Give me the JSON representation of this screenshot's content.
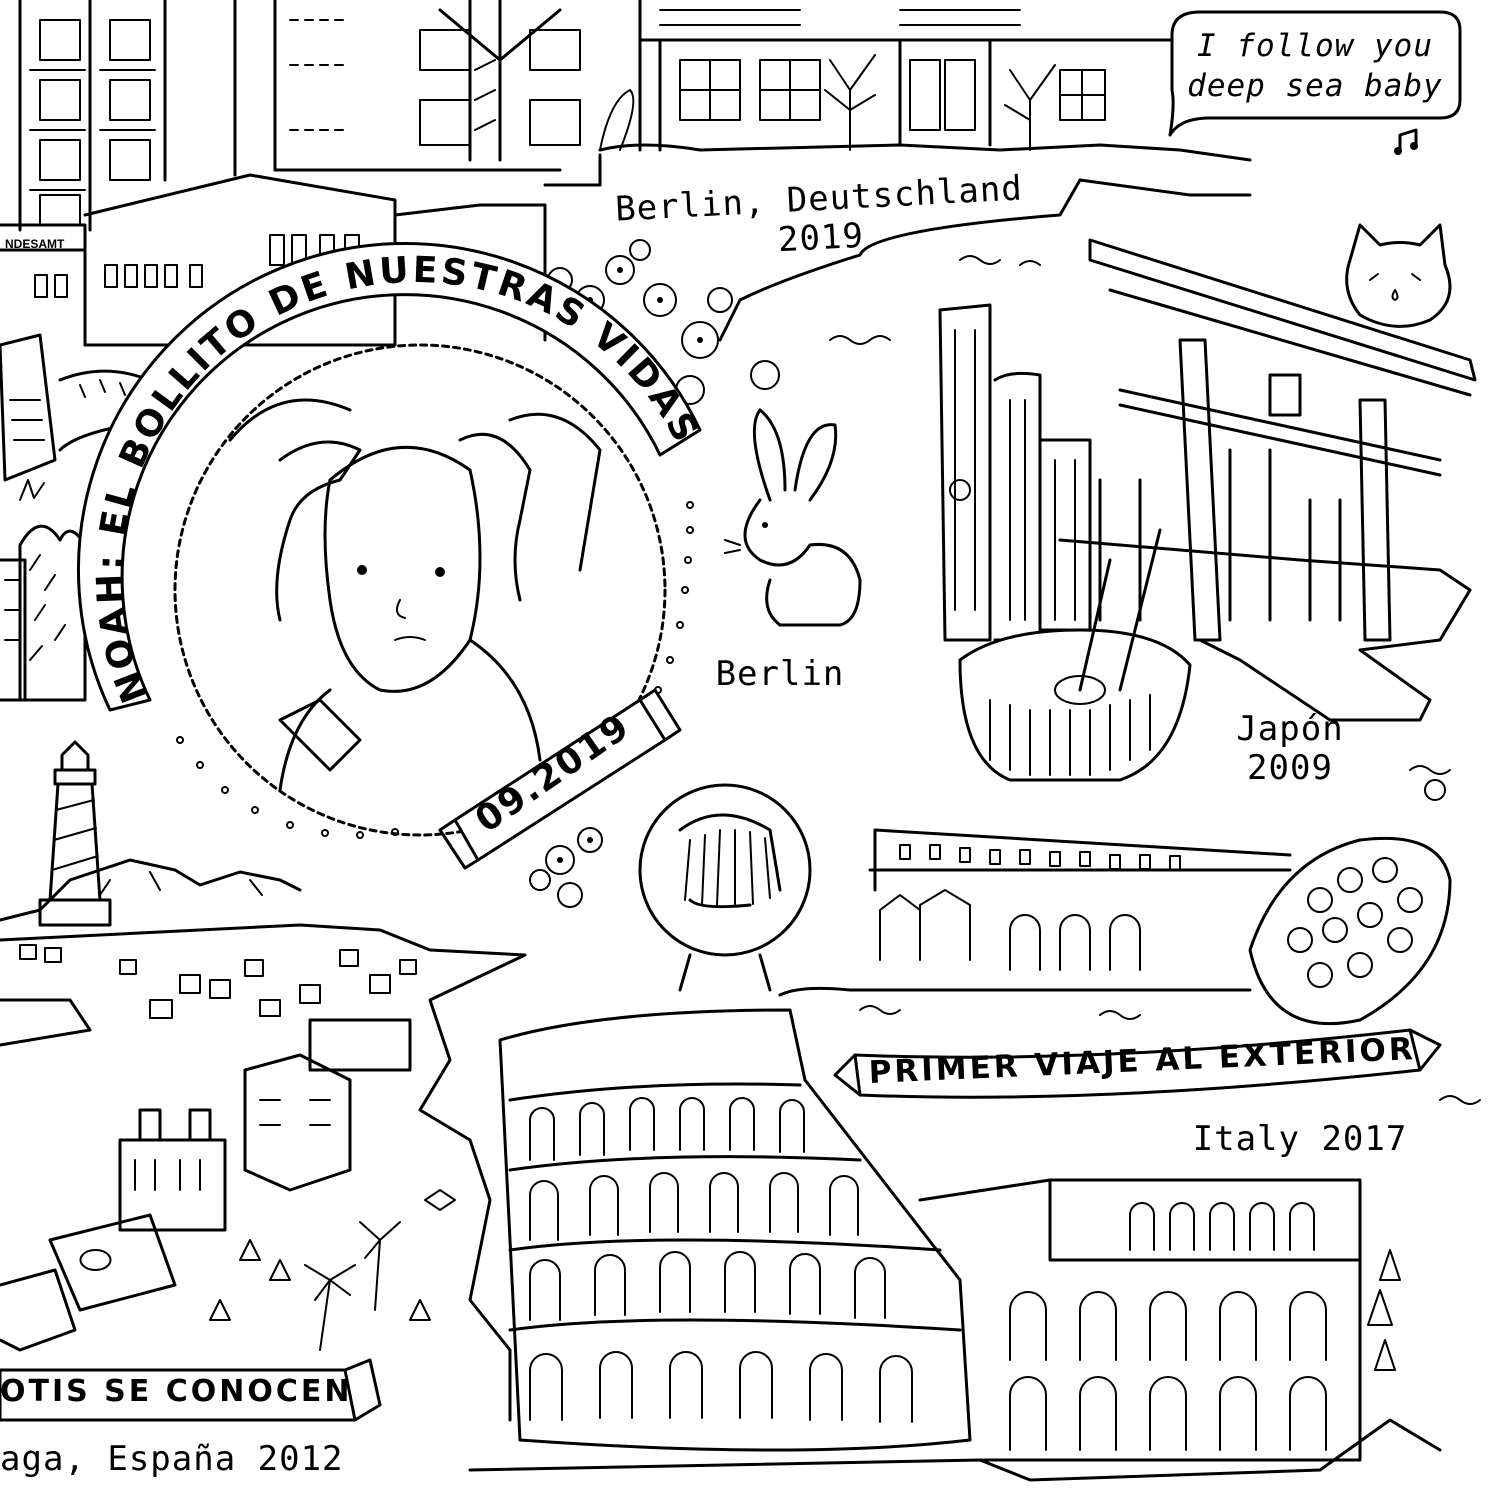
{
  "speech_bubble": {
    "line1": "I follow you",
    "line2": "deep sea baby"
  },
  "labels": {
    "berlin_deutschland": {
      "place": "Berlin, Deutschland",
      "year": "2019"
    },
    "berlin_small": "Berlin",
    "japon": {
      "place": "Japón",
      "year": "2009"
    },
    "italy": "Italy 2017",
    "espana": "aga, España 2012",
    "landesamt_sign": "NDESAMT"
  },
  "banners": {
    "noah": "NOAH: EL BOLLITO DE NUESTRAS VIDAS",
    "date": "09.2019",
    "primer_viaje": "PRIMER VIAJE AL EXTERIOR",
    "se_conocen": "OTIS SE CONOCEN"
  }
}
